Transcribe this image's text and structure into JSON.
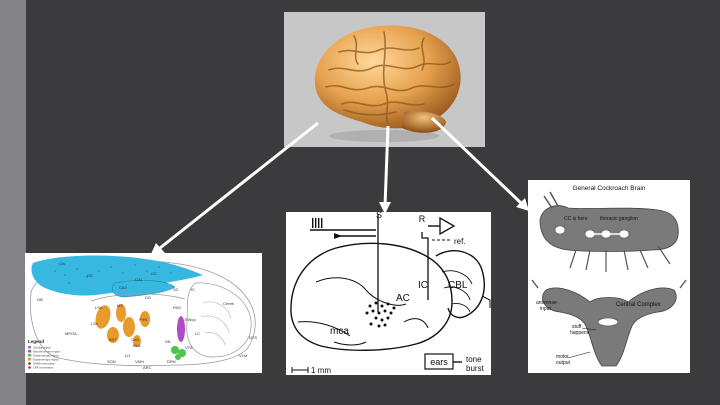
{
  "rat_diagram": {
    "regions": [
      "Ctx",
      "OB",
      "CA1",
      "CA3",
      "DG",
      "LSd",
      "LSv",
      "MS",
      "BST",
      "CeA",
      "BLA",
      "PVN",
      "SON",
      "MPOA",
      "LH",
      "VMH",
      "ARC",
      "SN",
      "VTA",
      "PAG",
      "DRN",
      "LC",
      "VLM",
      "NTS",
      "Cereb",
      "EWcp",
      "SC",
      "IC",
      "DG",
      "CC"
    ],
    "legend_title": "Legend",
    "legend_items": [
      "Cellular region",
      "Neurohormone region",
      "Glutamatergic region",
      "Dopaminergic region",
      "GABA innervation",
      "CRF innervation"
    ]
  },
  "auditory_diagram": {
    "top_label": "S",
    "r_label": "R",
    "ref_label": "ref.",
    "ac_label": "AC",
    "ic_label": "IC",
    "cbl_label": "CBL",
    "mca_label": "mca",
    "scale_label": "1 mm",
    "ears_label": "ears",
    "tone_label": "tone",
    "burst_label": "burst"
  },
  "cockroach_diagram": {
    "title": "General Cockroach Brain",
    "cc_label": "CC is here",
    "thoracic_label": "thoracic ganglion",
    "antennae_label": "antennae",
    "input_label": "input",
    "central_complex_label": "Central Complex",
    "stuff_label": "stuff",
    "happens_label": "happens",
    "motor_label": "motor",
    "output_label": "output"
  },
  "colors": {
    "background": "#3b3b3e",
    "accent_bar": "#838387",
    "brain_panel": "#c7c7c7",
    "brain_orange": "#e8a04a",
    "hippocampus_blue": "#36b8e0",
    "nuclei_orange": "#e89a2a",
    "vta_green": "#4dc24d",
    "pag_purple": "#b04bc6",
    "roach_gray": "#7a7a7a"
  }
}
